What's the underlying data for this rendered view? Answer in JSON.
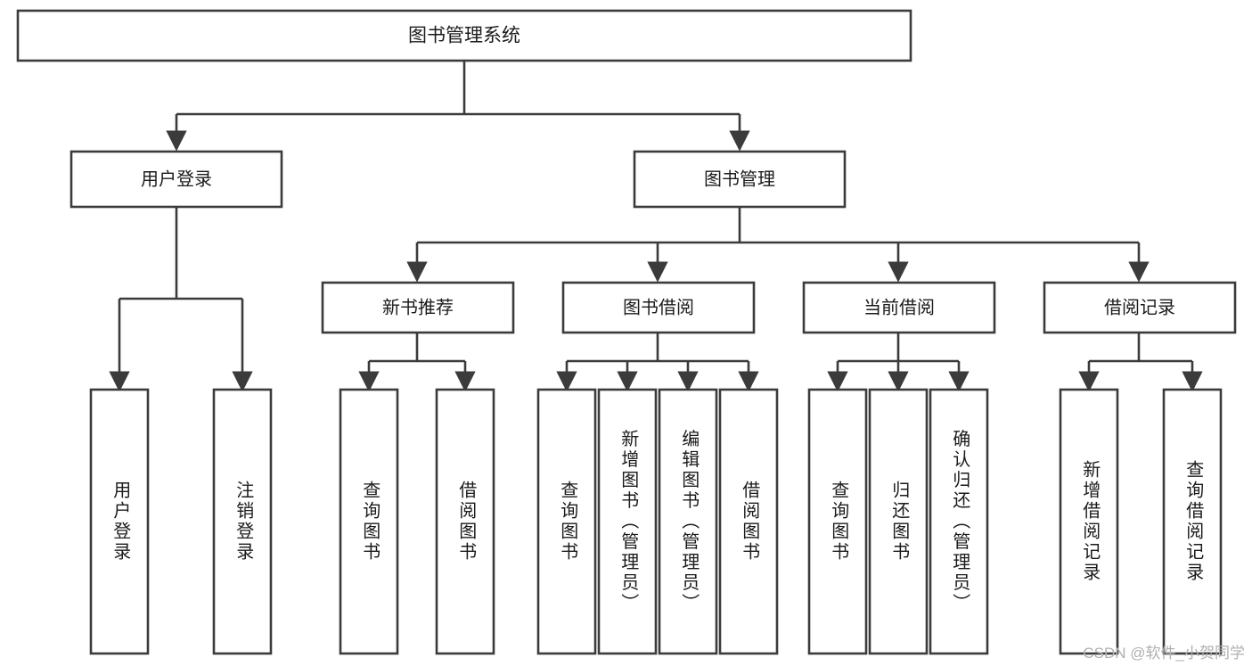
{
  "diagram": {
    "type": "tree",
    "title": "图书管理系统",
    "watermark": "CSDN @软件_小贺同学",
    "colors": {
      "stroke": "#3b3b3b",
      "box_fill": "#ffffff",
      "text": "#1b1b1b",
      "background": "#ffffff",
      "watermark": "#b0b0b0"
    },
    "root": {
      "label": "图书管理系统"
    },
    "level2": [
      {
        "label": "用户登录"
      },
      {
        "label": "图书管理"
      }
    ],
    "level3": [
      {
        "label": "新书推荐"
      },
      {
        "label": "图书借阅"
      },
      {
        "label": "当前借阅"
      },
      {
        "label": "借阅记录"
      }
    ],
    "leaves": {
      "user_login": [
        {
          "label": "用户登录"
        },
        {
          "label": "注销登录"
        }
      ],
      "new_book_recommend": [
        {
          "label": "查询图书"
        },
        {
          "label": "借阅图书"
        }
      ],
      "book_borrow": [
        {
          "label": "查询图书"
        },
        {
          "label": "新增图书（管理员）"
        },
        {
          "label": "编辑图书（管理员）"
        },
        {
          "label": "借阅图书"
        }
      ],
      "current_borrow": [
        {
          "label": "查询图书"
        },
        {
          "label": "归还图书"
        },
        {
          "label": "确认归还（管理员）"
        }
      ],
      "borrow_record": [
        {
          "label": "新增借阅记录"
        },
        {
          "label": "查询借阅记录"
        }
      ]
    }
  }
}
